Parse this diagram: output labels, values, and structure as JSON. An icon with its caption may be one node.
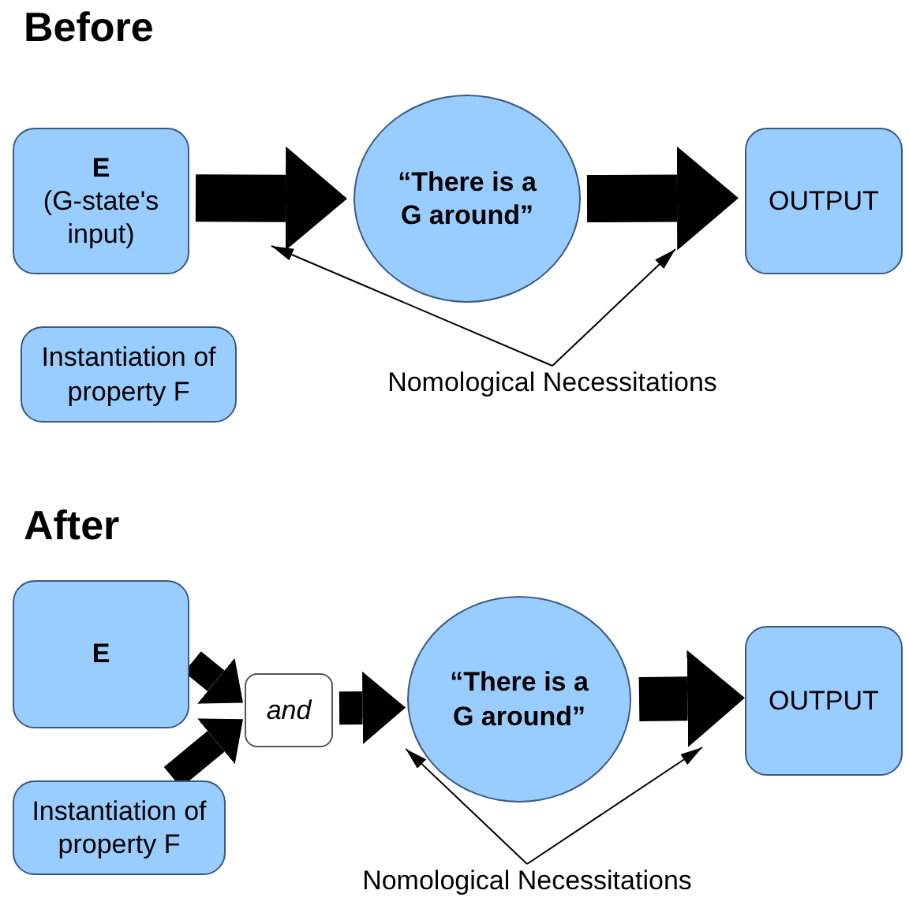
{
  "diagram": {
    "nodes": [
      {
        "text": [
          "E",
          "(G-state's input)"
        ]
      },
      {
        "text": [
          "“There is a G around”"
        ]
      },
      {
        "text": [
          "OUTPUT"
        ]
      },
      {
        "text": [
          "Instantiation of property F"
        ]
      },
      {
        "text": [
          "Nomological Necessitations"
        ]
      },
      {
        "text": [
          "E"
        ]
      },
      {
        "text": [
          "Instantiation of property F"
        ]
      },
      {
        "text": [
          "and"
        ]
      },
      {
        "text": [
          "“There is a G around”"
        ]
      },
      {
        "text": [
          "OUTPUT"
        ]
      },
      {
        "text": [
          "Nomological Necessitations"
        ]
      }
    ],
    "edges": [
      {
        "from": 0,
        "to": 1,
        "arrow": "to"
      },
      {
        "from": 1,
        "to": 2,
        "arrow": "to"
      },
      {
        "from": 4,
        "to": null,
        "arrow": "to"
      },
      {
        "from": 4,
        "to": null,
        "arrow": "to"
      },
      {
        "from": 5,
        "to": 7,
        "arrow": "to"
      },
      {
        "from": 6,
        "to": 7,
        "arrow": "to"
      },
      {
        "from": 7,
        "to": 8,
        "arrow": "to"
      },
      {
        "from": 8,
        "to": 9,
        "arrow": "to"
      },
      {
        "from": 10,
        "to": 8,
        "arrow": "to"
      },
      {
        "from": 10,
        "to": null,
        "arrow": "to"
      }
    ],
    "labels": [
      "Before",
      "After"
    ]
  }
}
